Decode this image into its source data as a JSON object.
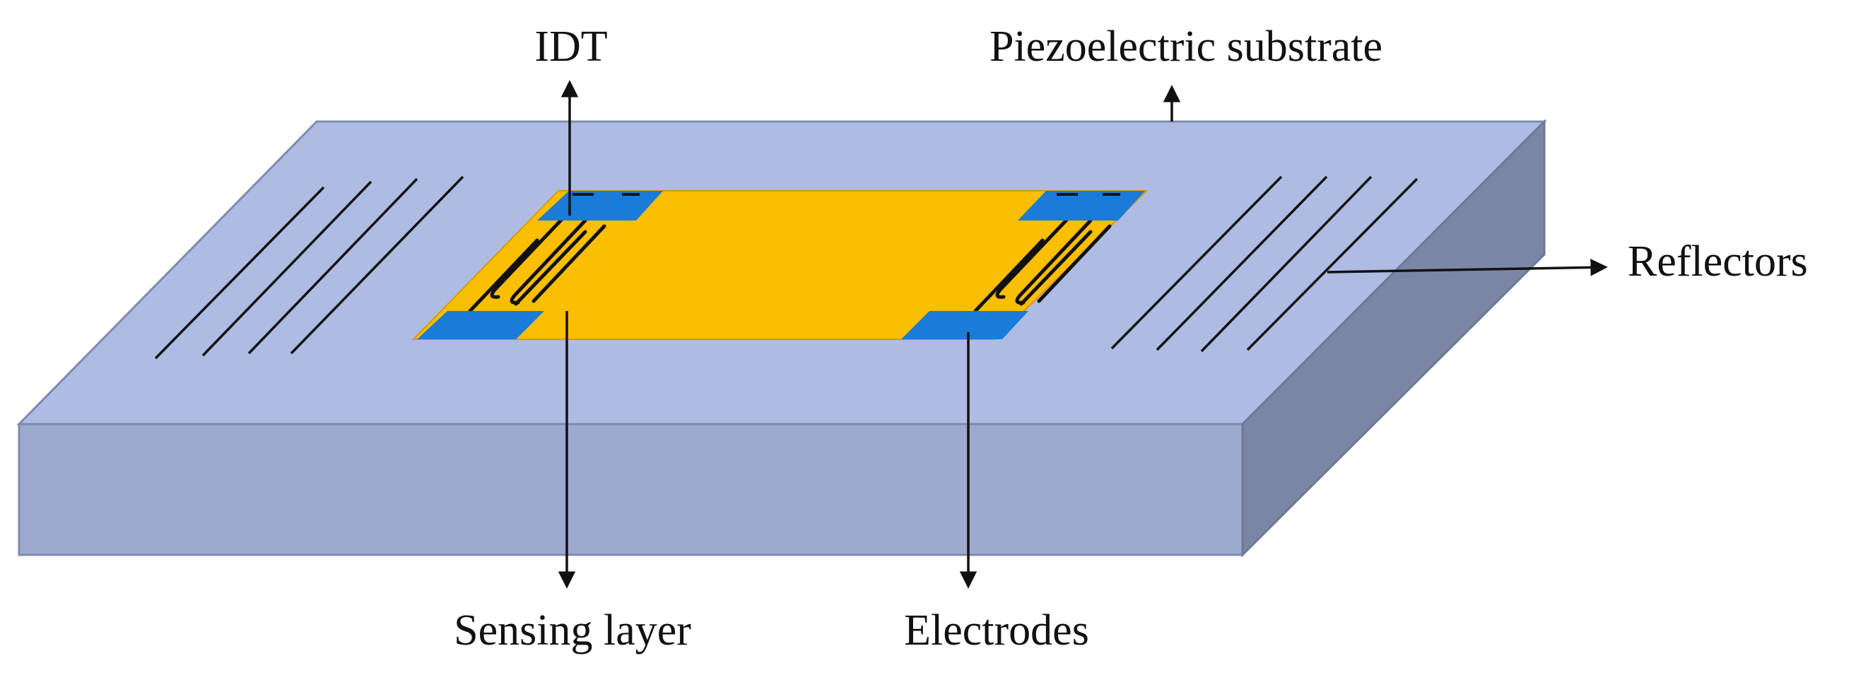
{
  "labels": {
    "idt": "IDT",
    "substrate": "Piezoelectric substrate",
    "reflectors": "Reflectors",
    "sensing_layer": "Sensing layer",
    "electrodes": "Electrodes"
  },
  "colors": {
    "substrate_top": "#AEBBE2",
    "substrate_front": "#9DA9CE",
    "substrate_side": "#7B86A6",
    "sensing_layer": "#FCBE00",
    "electrode_pads": "#1A7BD8",
    "lines": "#111111"
  }
}
